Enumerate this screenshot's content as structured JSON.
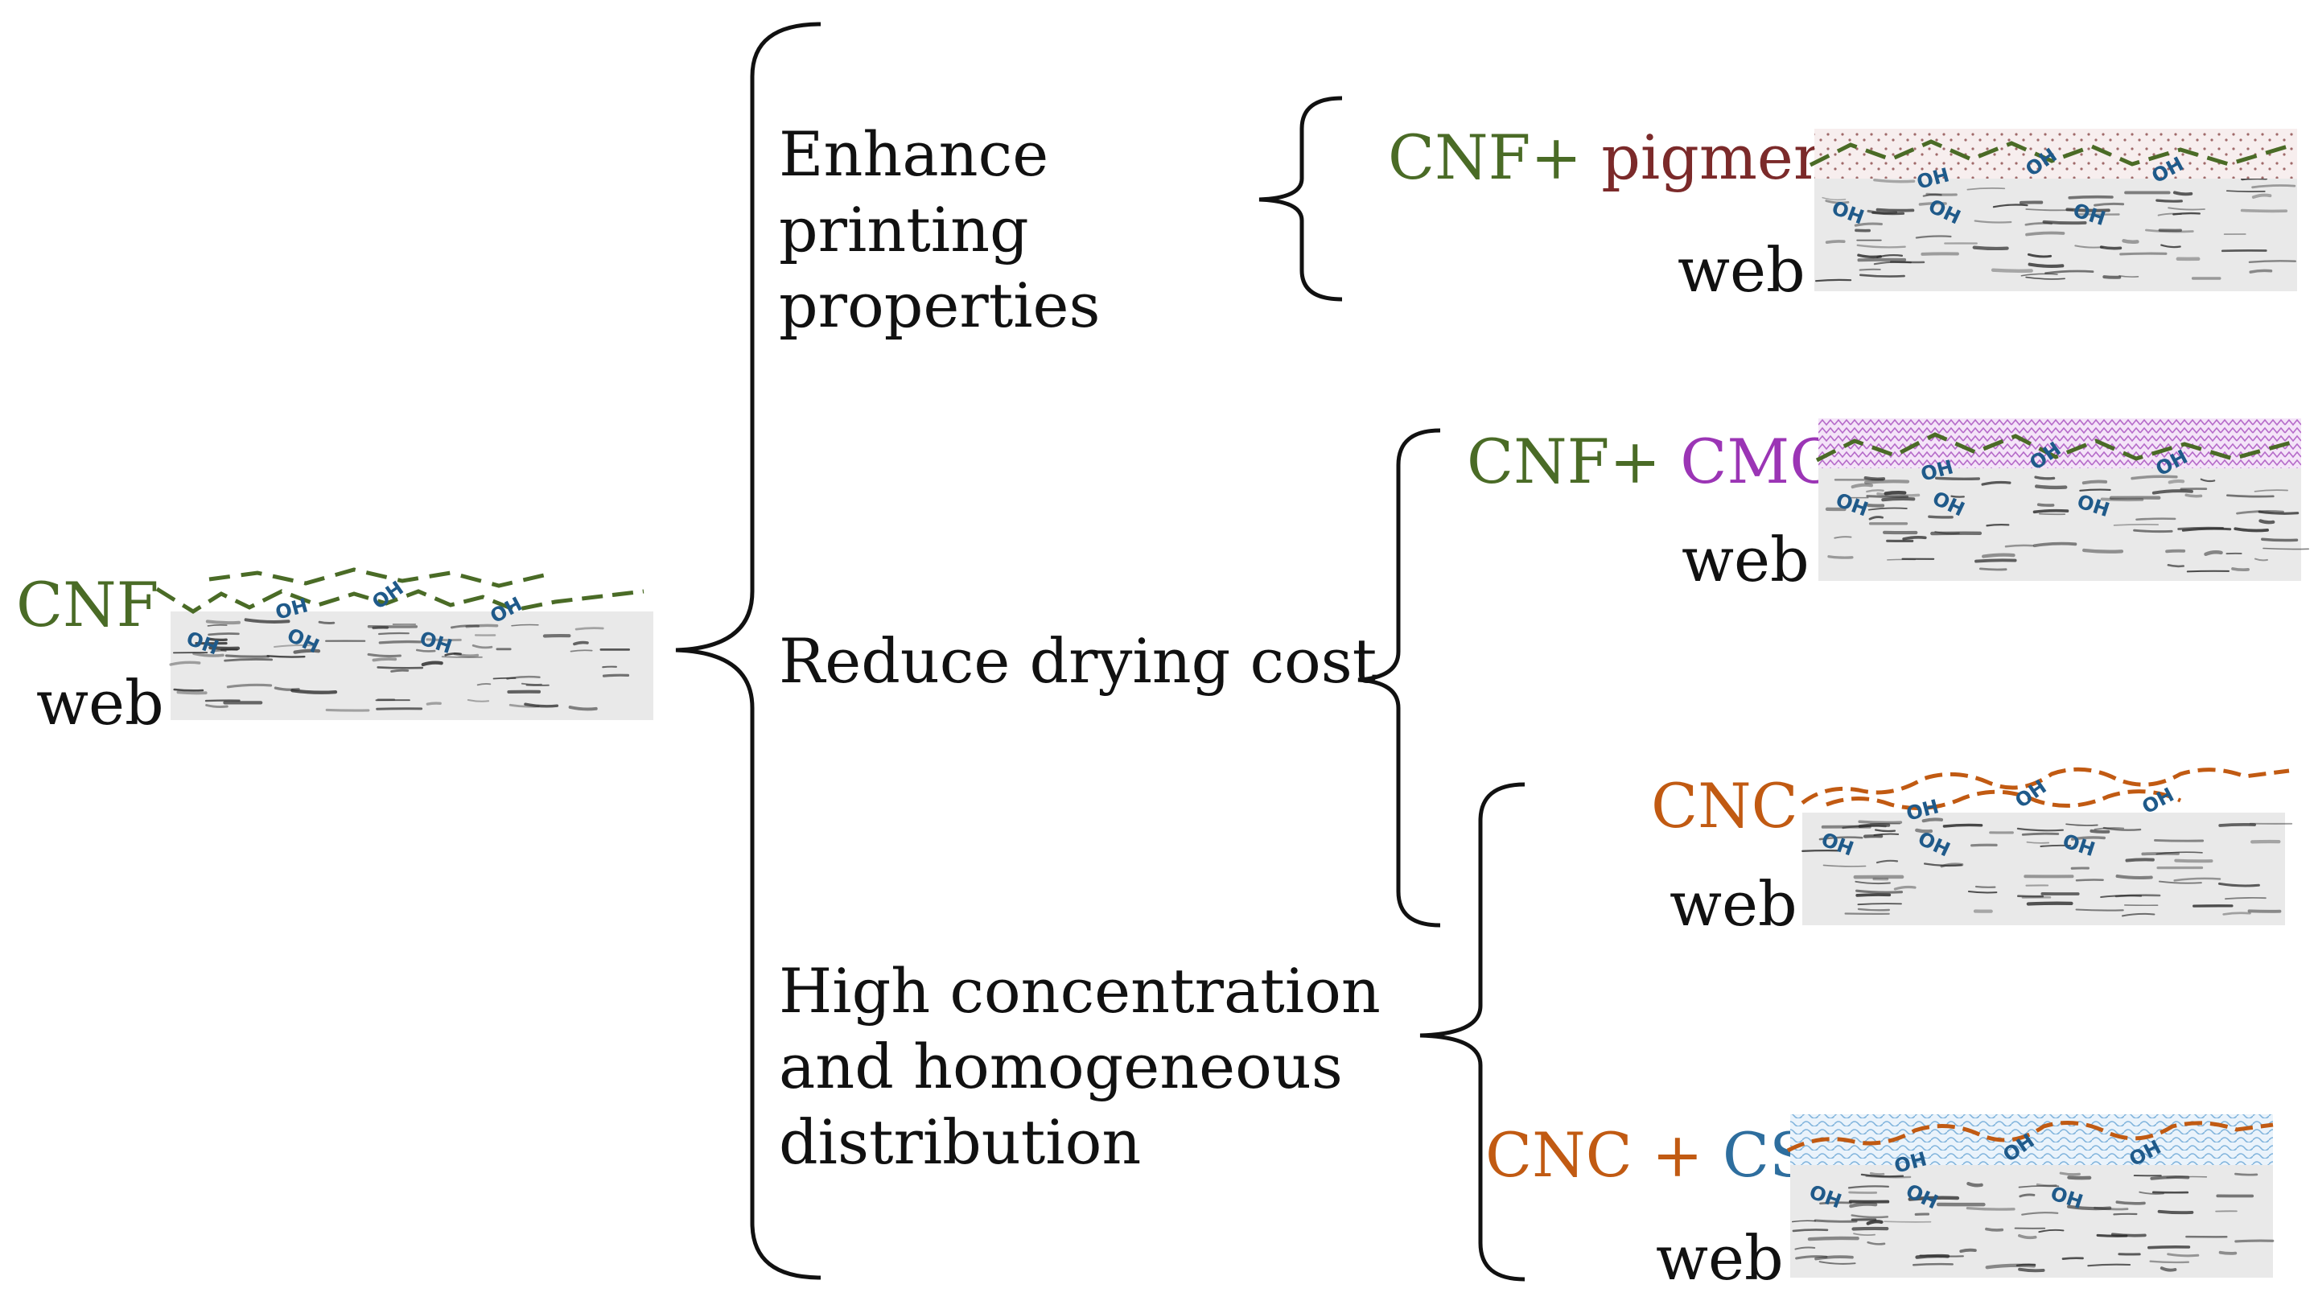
{
  "colors": {
    "cnf": "#4a6b26",
    "pigment": "#7b2a2a",
    "cmc": "#9b35b5",
    "cnc": "#c15a12",
    "cs": "#2e6e9e",
    "text": "#111111",
    "oh": "#1f5a8a",
    "web_bg": "#e9e9e9",
    "web_fiber": "#2a2a2a"
  },
  "left_panel": {
    "coating_label": "CNF",
    "web_label": "web",
    "oh_marks": [
      "OH",
      "OH",
      "OH",
      "OH",
      "OH",
      "OH"
    ]
  },
  "benefits": [
    {
      "lines": [
        "Enhance",
        "printing",
        "properties"
      ]
    },
    {
      "lines": [
        "Reduce drying cost"
      ]
    },
    {
      "lines": [
        "High concentration",
        "and homogeneous",
        "distribution"
      ]
    }
  ],
  "panels": [
    {
      "name": "cnf-pigment",
      "label_parts": [
        {
          "text": "CNF+",
          "color_key": "cnf"
        },
        {
          "text": " pigment",
          "color_key": "pigment"
        }
      ],
      "web_label": "web",
      "oh_marks": [
        "OH",
        "OH",
        "OH",
        "OH",
        "OH",
        "OH"
      ]
    },
    {
      "name": "cnf-cmc",
      "label_parts": [
        {
          "text": "CNF+",
          "color_key": "cnf"
        },
        {
          "text": " CMC",
          "color_key": "cmc"
        }
      ],
      "web_label": "web",
      "oh_marks": [
        "OH",
        "OH",
        "OH",
        "OH",
        "OH",
        "OH"
      ]
    },
    {
      "name": "cnc",
      "label_parts": [
        {
          "text": "CNC",
          "color_key": "cnc"
        }
      ],
      "web_label": "web",
      "oh_marks": [
        "OH",
        "OH",
        "OH",
        "OH",
        "OH",
        "OH"
      ]
    },
    {
      "name": "cnc-cs",
      "label_parts": [
        {
          "text": "CNC",
          "color_key": "cnc"
        },
        {
          "text": " + ",
          "color_key": "cnc"
        },
        {
          "text": "CS",
          "color_key": "cs"
        }
      ],
      "web_label": "web",
      "oh_marks": [
        "OH",
        "OH",
        "OH",
        "OH",
        "OH",
        "OH"
      ]
    }
  ]
}
